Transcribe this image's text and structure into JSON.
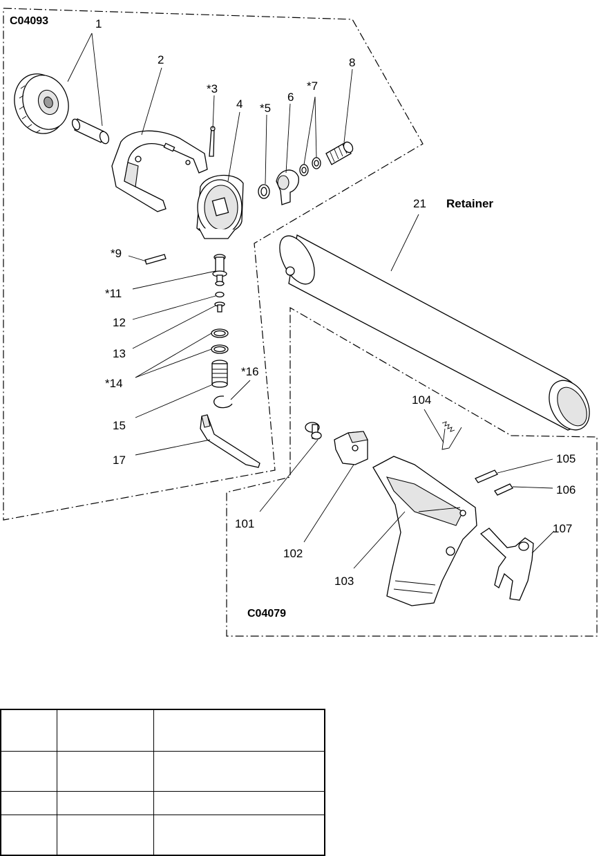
{
  "diagram": {
    "group_codes": [
      "C04093",
      "C04079"
    ],
    "retainer_label": "Retainer",
    "callouts": {
      "p1": "1",
      "p2": "2",
      "p3": "*3",
      "p4": "4",
      "p5": "*5",
      "p6": "6",
      "p7": "*7",
      "p8": "8",
      "p9": "*9",
      "p11": "*11",
      "p12": "12",
      "p13": "13",
      "p14": "*14",
      "p15": "15",
      "p16": "*16",
      "p17": "17",
      "p21": "21",
      "p101": "101",
      "p102": "102",
      "p103": "103",
      "p104": "104",
      "p105": "105",
      "p106": "106",
      "p107": "107"
    },
    "table": {
      "rows": [
        [
          "",
          "",
          ""
        ],
        [
          "",
          "",
          ""
        ],
        [
          "",
          "",
          ""
        ],
        [
          "",
          "",
          ""
        ]
      ]
    }
  }
}
